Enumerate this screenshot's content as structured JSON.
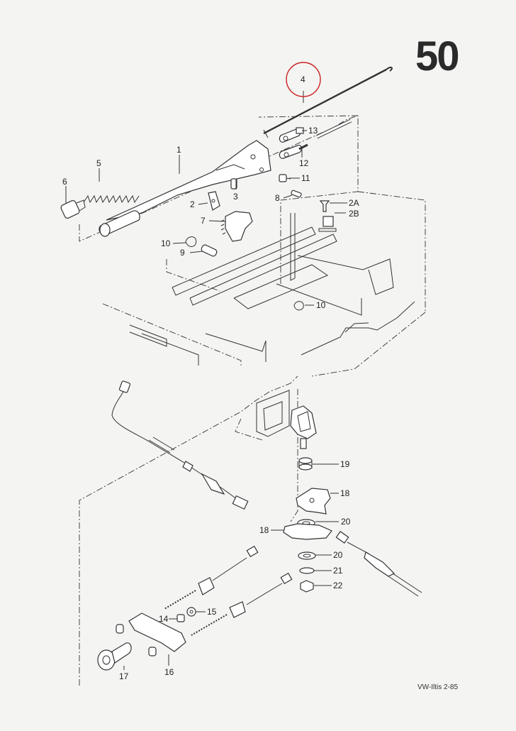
{
  "page_number": "50",
  "footer": "VW-Iltis  2-85",
  "highlight_color": "#cc2222",
  "callouts": {
    "c1": "1",
    "c2": "2",
    "c2a": "2A",
    "c2b": "2B",
    "c3": "3",
    "c4": "4",
    "c5": "5",
    "c6": "6",
    "c7": "7",
    "c8": "8",
    "c9": "9",
    "c10a": "10",
    "c10b": "10",
    "c11": "11",
    "c12": "12",
    "c13": "13",
    "c14": "14",
    "c15": "15",
    "c16": "16",
    "c17": "17",
    "c18a": "18",
    "c18b": "18",
    "c19": "19",
    "c20a": "20",
    "c20b": "20",
    "c21": "21",
    "c22": "22"
  }
}
